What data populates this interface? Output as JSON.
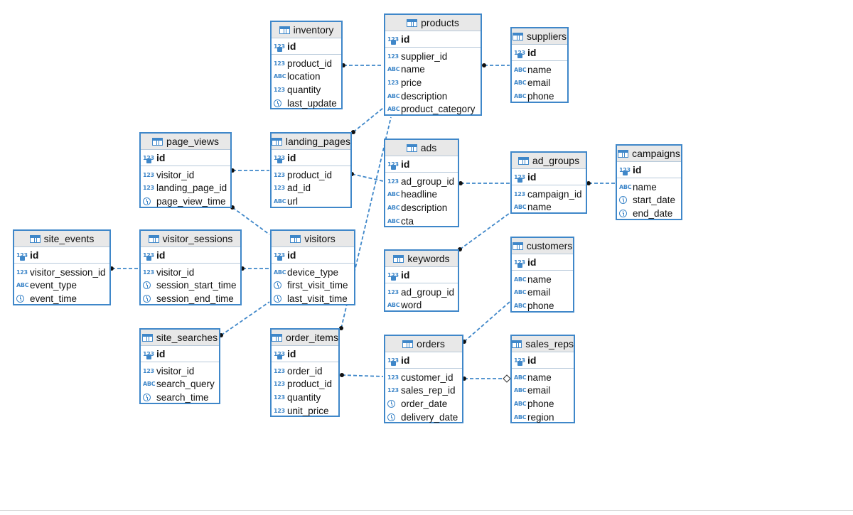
{
  "diagram": {
    "entities": [
      {
        "key": "inventory",
        "name": "inventory",
        "pk": "id",
        "fields": [
          {
            "name": "product_id",
            "type": "123"
          },
          {
            "name": "location",
            "type": "ABC"
          },
          {
            "name": "quantity",
            "type": "123"
          },
          {
            "name": "last_update",
            "type": "time"
          }
        ]
      },
      {
        "key": "products",
        "name": "products",
        "pk": "id",
        "fields": [
          {
            "name": "supplier_id",
            "type": "123"
          },
          {
            "name": "name",
            "type": "ABC"
          },
          {
            "name": "price",
            "type": "123"
          },
          {
            "name": "description",
            "type": "ABC"
          },
          {
            "name": "product_category",
            "type": "ABC"
          }
        ]
      },
      {
        "key": "suppliers",
        "name": "suppliers",
        "pk": "id",
        "fields": [
          {
            "name": "name",
            "type": "ABC"
          },
          {
            "name": "email",
            "type": "ABC"
          },
          {
            "name": "phone",
            "type": "ABC"
          }
        ]
      },
      {
        "key": "page_views",
        "name": "page_views",
        "pk": "id",
        "fields": [
          {
            "name": "visitor_id",
            "type": "123"
          },
          {
            "name": "landing_page_id",
            "type": "123"
          },
          {
            "name": "page_view_time",
            "type": "time"
          }
        ]
      },
      {
        "key": "landing_pages",
        "name": "landing_pages",
        "pk": "id",
        "fields": [
          {
            "name": "product_id",
            "type": "123"
          },
          {
            "name": "ad_id",
            "type": "123"
          },
          {
            "name": "url",
            "type": "ABC"
          }
        ]
      },
      {
        "key": "ads",
        "name": "ads",
        "pk": "id",
        "fields": [
          {
            "name": "ad_group_id",
            "type": "123"
          },
          {
            "name": "headline",
            "type": "ABC"
          },
          {
            "name": "description",
            "type": "ABC"
          },
          {
            "name": "cta",
            "type": "ABC"
          }
        ]
      },
      {
        "key": "ad_groups",
        "name": "ad_groups",
        "pk": "id",
        "fields": [
          {
            "name": "campaign_id",
            "type": "123"
          },
          {
            "name": "name",
            "type": "ABC"
          }
        ]
      },
      {
        "key": "campaigns",
        "name": "campaigns",
        "pk": "id",
        "fields": [
          {
            "name": "name",
            "type": "ABC"
          },
          {
            "name": "start_date",
            "type": "time"
          },
          {
            "name": "end_date",
            "type": "time"
          }
        ]
      },
      {
        "key": "site_events",
        "name": "site_events",
        "pk": "id",
        "fields": [
          {
            "name": "visitor_session_id",
            "type": "123"
          },
          {
            "name": "event_type",
            "type": "ABC"
          },
          {
            "name": "event_time",
            "type": "time"
          }
        ]
      },
      {
        "key": "visitor_sessions",
        "name": "visitor_sessions",
        "pk": "id",
        "fields": [
          {
            "name": "visitor_id",
            "type": "123"
          },
          {
            "name": "session_start_time",
            "type": "time"
          },
          {
            "name": "session_end_time",
            "type": "time"
          }
        ]
      },
      {
        "key": "visitors",
        "name": "visitors",
        "pk": "id",
        "fields": [
          {
            "name": "device_type",
            "type": "ABC"
          },
          {
            "name": "first_visit_time",
            "type": "time"
          },
          {
            "name": "last_visit_time",
            "type": "time"
          }
        ]
      },
      {
        "key": "keywords",
        "name": "keywords",
        "pk": "id",
        "fields": [
          {
            "name": "ad_group_id",
            "type": "123"
          },
          {
            "name": "word",
            "type": "ABC"
          }
        ]
      },
      {
        "key": "customers",
        "name": "customers",
        "pk": "id",
        "fields": [
          {
            "name": "name",
            "type": "ABC"
          },
          {
            "name": "email",
            "type": "ABC"
          },
          {
            "name": "phone",
            "type": "ABC"
          }
        ]
      },
      {
        "key": "site_searches",
        "name": "site_searches",
        "pk": "id",
        "fields": [
          {
            "name": "visitor_id",
            "type": "123"
          },
          {
            "name": "search_query",
            "type": "ABC"
          },
          {
            "name": "search_time",
            "type": "time"
          }
        ]
      },
      {
        "key": "order_items",
        "name": "order_items",
        "pk": "id",
        "fields": [
          {
            "name": "order_id",
            "type": "123"
          },
          {
            "name": "product_id",
            "type": "123"
          },
          {
            "name": "quantity",
            "type": "123"
          },
          {
            "name": "unit_price",
            "type": "123"
          }
        ]
      },
      {
        "key": "orders",
        "name": "orders",
        "pk": "id",
        "fields": [
          {
            "name": "customer_id",
            "type": "123"
          },
          {
            "name": "sales_rep_id",
            "type": "123"
          },
          {
            "name": "order_date",
            "type": "time"
          },
          {
            "name": "delivery_date",
            "type": "time"
          }
        ]
      },
      {
        "key": "sales_reps",
        "name": "sales_reps",
        "pk": "id",
        "fields": [
          {
            "name": "name",
            "type": "ABC"
          },
          {
            "name": "email",
            "type": "ABC"
          },
          {
            "name": "phone",
            "type": "ABC"
          },
          {
            "name": "region",
            "type": "ABC"
          }
        ]
      }
    ],
    "relationships": [
      {
        "from": "inventory",
        "to": "products"
      },
      {
        "from": "products",
        "to": "suppliers"
      },
      {
        "from": "landing_pages",
        "to": "products"
      },
      {
        "from": "order_items",
        "to": "products"
      },
      {
        "from": "page_views",
        "to": "landing_pages"
      },
      {
        "from": "landing_pages",
        "to": "ads"
      },
      {
        "from": "ads",
        "to": "ad_groups"
      },
      {
        "from": "ad_groups",
        "to": "campaigns"
      },
      {
        "from": "keywords",
        "to": "ad_groups"
      },
      {
        "from": "page_views",
        "to": "visitors"
      },
      {
        "from": "site_events",
        "to": "visitor_sessions"
      },
      {
        "from": "visitor_sessions",
        "to": "visitors"
      },
      {
        "from": "site_searches",
        "to": "visitors"
      },
      {
        "from": "order_items",
        "to": "orders"
      },
      {
        "from": "orders",
        "to": "customers"
      },
      {
        "from": "orders",
        "to": "sales_reps"
      }
    ]
  }
}
